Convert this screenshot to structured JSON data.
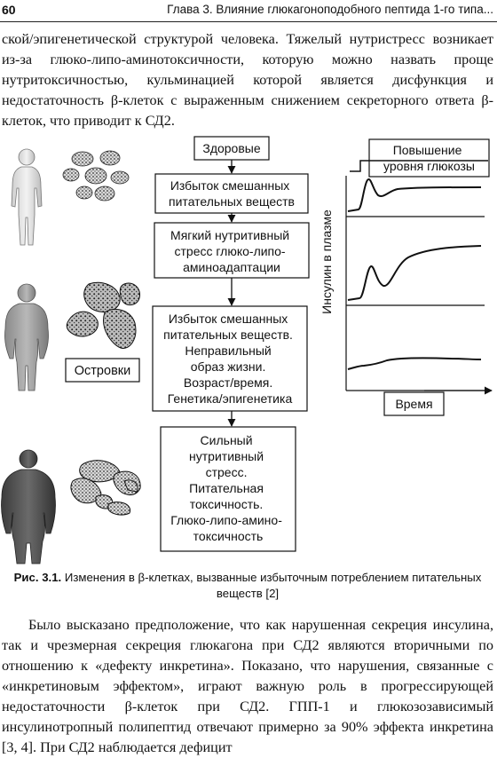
{
  "header": {
    "page_number": "60",
    "running_title": "Глава 3. Влияние глюкагоноподобного пептида 1-го типа..."
  },
  "paragraph_top": "ской/эпигенетической структурой человека. Тяжелый нутристресс возникает из-за глюко-липо-аминотоксичности, которую можно назвать проще нутритоксичностью, кульминацией которой является дисфункция и недостаточность β-клеток с выраженным снижением секреторного ответа β-клеток, что приводит к СД2.",
  "figure": {
    "flow": [
      {
        "lines": [
          "Здоровые"
        ]
      },
      {
        "lines": [
          "Избыток смешанных",
          "питательных веществ"
        ]
      },
      {
        "lines": [
          "Мягкий нутритивный",
          "стресс глюко-липо-",
          "аминоадаптации"
        ]
      },
      {
        "lines": [
          "Избыток смешанных",
          "питательных веществ.",
          "Неправильный",
          "образ жизни.",
          "Возраст/время.",
          "Генетика/эпигенетика"
        ]
      },
      {
        "lines": [
          "Сильный",
          "нутритивный",
          "стресс.",
          "Питательная",
          "токсичность.",
          "Глюко-липо-амино-",
          "токсичность"
        ]
      }
    ],
    "islets_label": "Островки",
    "glucose_box": [
      "Повышение",
      "уровня глюкозы"
    ],
    "y_axis_label": "Инсулин в плазме",
    "x_axis_label": "Время"
  },
  "caption": {
    "label": "Рис. 3.1.",
    "text": "Изменения в β-клетках, вызванные избыточным потреблением питательных веществ [2]"
  },
  "paragraph_bottom": "Было высказано предположение, что как нарушенная секреция инсулина, так и чрезмерная секреция глюкагона при СД2 являются вторичными по отношению к «дефекту инкретина». Показано, что нарушения, связанные с «инкретиновым эффектом», играют важную роль в прогрессирующей недостаточности β-клеток при СД2. ГПП-1 и глюкозозависимый инсулинотропный полипептид отвечают примерно за 90% эффекта инкретина [3, 4]. При СД2 наблюдается дефицит"
}
